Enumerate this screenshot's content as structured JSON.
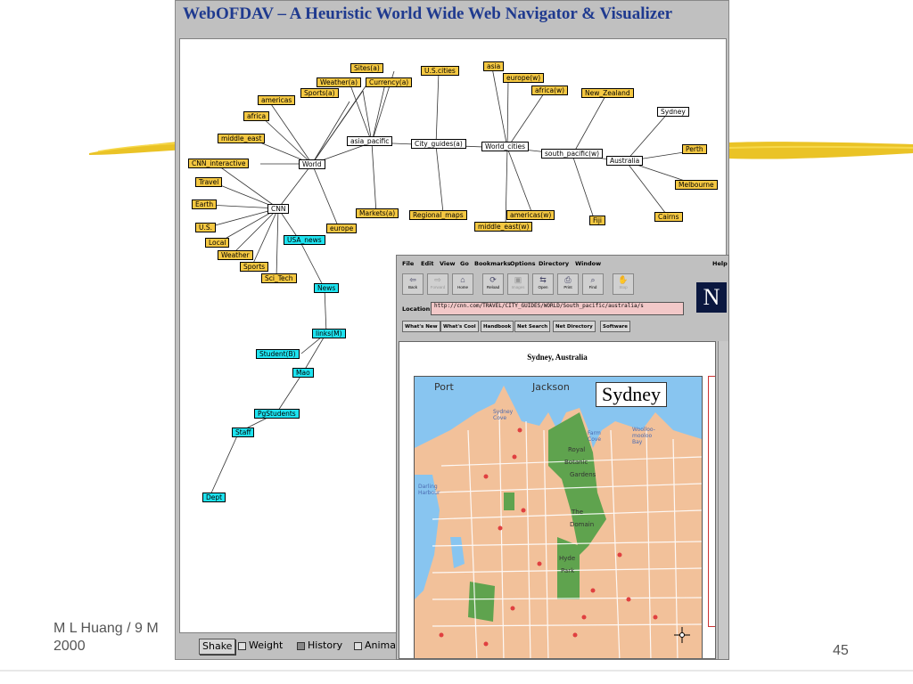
{
  "app": {
    "title": "WebOFDAV – A Heuristic World Wide Web Navigator & Visualizer"
  },
  "nodes": {
    "sites": "Sites(a)",
    "weather_a": "Weather(a)",
    "currency": "Currency(a)",
    "sports_a": "Sports(a)",
    "americas": "americas",
    "africa": "africa",
    "middle_east": "middle_east",
    "cnn_interactive": "CNN_interactive",
    "world": "World",
    "asia_pacific": "asia_pacific",
    "city_guides": "City_guides(a)",
    "us_cities": "U.S.cities",
    "regional_maps": "Regional_maps",
    "markets": "Markets(a)",
    "europe": "europe",
    "travel": "Travel",
    "earth": "Earth",
    "cnn": "CNN",
    "us": "U.S.",
    "local": "Local",
    "weather": "Weather",
    "sports": "Sports",
    "sci_tech": "Sci_Tech",
    "usa_news": "USA_news",
    "news": "News",
    "links_m": "links(M)",
    "student_b": "Student(B)",
    "mao": "Mao",
    "pgstudents": "PgStudents",
    "staff": "Staff",
    "dept": "Dept",
    "asia": "asia",
    "europe_w": "europe(w)",
    "africa_w": "africa(w)",
    "world_cities": "World_cities",
    "south_pacific": "south_pacific(w)",
    "americas_w": "americas(w)",
    "middle_east_w": "middle_east(w)",
    "new_zealand": "New_Zealand",
    "sydney": "Sydney",
    "australia": "Australia",
    "perth": "Perth",
    "melbourne": "Melbourne",
    "cairns": "Cairns",
    "fiji": "Fiji"
  },
  "controls": {
    "shake": "Shake",
    "weight": "Weight",
    "history": "History",
    "animation": "Animatic"
  },
  "browser": {
    "menu": [
      "File",
      "Edit",
      "View",
      "Go",
      "Bookmarks",
      "Options",
      "Directory",
      "Window",
      "Help"
    ],
    "toolbar": [
      "Back",
      "Forward",
      "Home",
      "Reload",
      "Images",
      "Open",
      "Print",
      "Find",
      "Stop"
    ],
    "location_label": "Location:",
    "location_url": "http://cnn.com/TRAVEL/CITY_GUIDES/WORLD/South_pacific/australia/s",
    "dir_buttons": [
      "What's New",
      "What's Cool",
      "Handbook",
      "Net Search",
      "Net Directory",
      "Software"
    ],
    "logo": "N",
    "page_heading": "Sydney, Australia",
    "map": {
      "title": "Sydney",
      "labels": {
        "port": "Port",
        "jackson": "Jackson",
        "sydney_cove": "Sydney Cove",
        "farm_cove": "Farm Cove",
        "woolloomooloo": "Woolloo-mooloo Bay",
        "royal": "Royal",
        "botanic": "Botanic",
        "gardens": "Gardens",
        "darling_harbour": "Darling Harbour",
        "the": "The",
        "domain": "Domain",
        "hyde": "Hyde",
        "park": "Park"
      }
    }
  },
  "footer": {
    "author_line1": "M L Huang / 9 M",
    "author_line2": "2000",
    "slide_number": "45"
  },
  "colors": {
    "title_blue": "#1f3a8f",
    "node_yellow": "#f5c842",
    "node_cyan": "#1ee3f0",
    "map_water": "#88c5f0",
    "map_land": "#f2c19a",
    "map_park": "#5fa34e",
    "location_pink": "#f2c8c8",
    "streak_gold": "#e6b800"
  }
}
